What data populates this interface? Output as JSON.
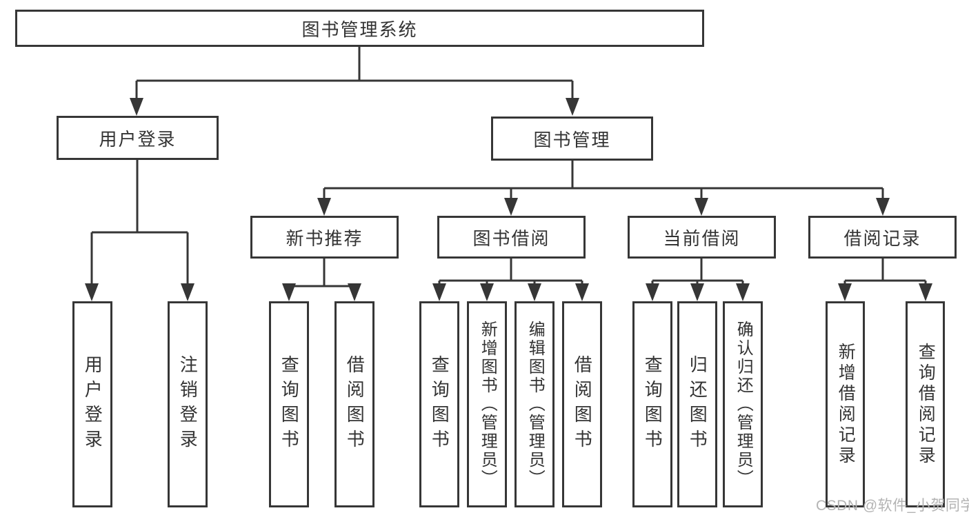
{
  "nodes": {
    "root": {
      "label": "图书管理系统"
    },
    "level2": [
      {
        "label": "用户登录"
      },
      {
        "label": "图书管理"
      }
    ],
    "level3": [
      {
        "label": "新书推荐",
        "parent": "图书管理"
      },
      {
        "label": "图书借阅",
        "parent": "图书管理"
      },
      {
        "label": "当前借阅",
        "parent": "图书管理"
      },
      {
        "label": "借阅记录",
        "parent": "图书管理"
      }
    ],
    "leaves": [
      {
        "label": "用户登录",
        "parent": "用户登录"
      },
      {
        "label": "注销登录",
        "parent": "用户登录"
      },
      {
        "label": "查询图书",
        "parent": "新书推荐"
      },
      {
        "label": "借阅图书",
        "parent": "新书推荐"
      },
      {
        "label": "查询图书",
        "parent": "图书借阅"
      },
      {
        "label": "新增图书（管理员）",
        "parent": "图书借阅"
      },
      {
        "label": "编辑图书（管理员）",
        "parent": "图书借阅"
      },
      {
        "label": "借阅图书",
        "parent": "图书借阅"
      },
      {
        "label": "查询图书",
        "parent": "当前借阅"
      },
      {
        "label": "归还图书",
        "parent": "当前借阅"
      },
      {
        "label": "确认归还（管理员）",
        "parent": "当前借阅"
      },
      {
        "label": "新增借阅记录",
        "parent": "借阅记录"
      },
      {
        "label": "查询借阅记录",
        "parent": "借阅记录"
      }
    ]
  },
  "watermark": {
    "text": "CSDN @软件_小贺同学"
  },
  "colors": {
    "line": "#363636",
    "border": "#363636",
    "text": "#333333",
    "background": "#ffffff",
    "watermark": "#b3b3b3"
  }
}
